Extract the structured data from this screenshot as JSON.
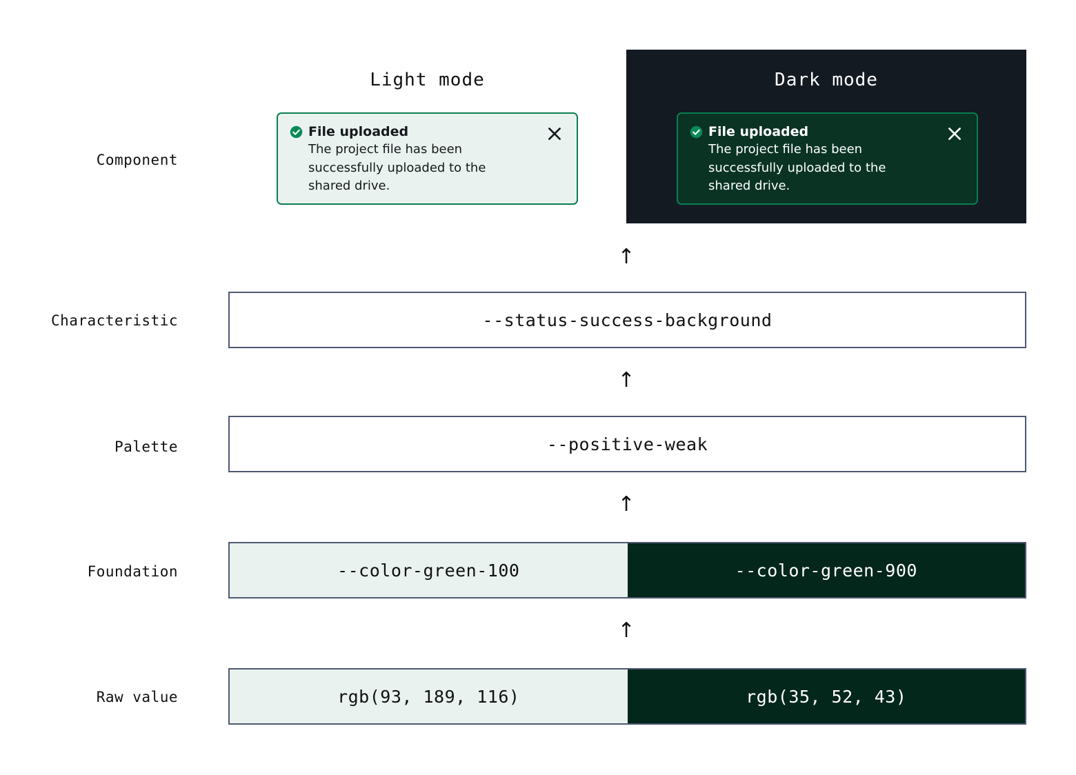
{
  "rows": {
    "component": "Component",
    "characteristic": "Characteristic",
    "palette": "Palette",
    "foundation": "Foundation",
    "raw_value": "Raw value"
  },
  "modes": {
    "light": "Light mode",
    "dark": "Dark mode"
  },
  "alert": {
    "title": "File uploaded",
    "description": "The project file has been successfully uploaded to the shared drive.",
    "icon": "success-check-icon",
    "close_icon": "close-icon"
  },
  "tokens": {
    "characteristic": "--status-success-background",
    "palette": "--positive-weak",
    "foundation_light": "--color-green-100",
    "foundation_dark": "--color-green-900",
    "raw_light": "rgb(93, 189, 116)",
    "raw_dark": "rgb(35, 52, 43)"
  },
  "arrows": {
    "up": "↑",
    "a1": "↑",
    "a2": "↑",
    "a3": "↑",
    "a4": "↑"
  },
  "colors": {
    "swatch_light": "#e9f2ee",
    "swatch_dark": "#03271a",
    "alert_light_bg": "#e9f2ee",
    "alert_dark_bg": "#0a3324",
    "alert_border": "#0a7f52",
    "dark_panel_bg": "#141a22",
    "box_border": "#4e5871",
    "success_green": "#0a8a57",
    "text_dark": "#111111",
    "text_light": "#ffffff"
  }
}
